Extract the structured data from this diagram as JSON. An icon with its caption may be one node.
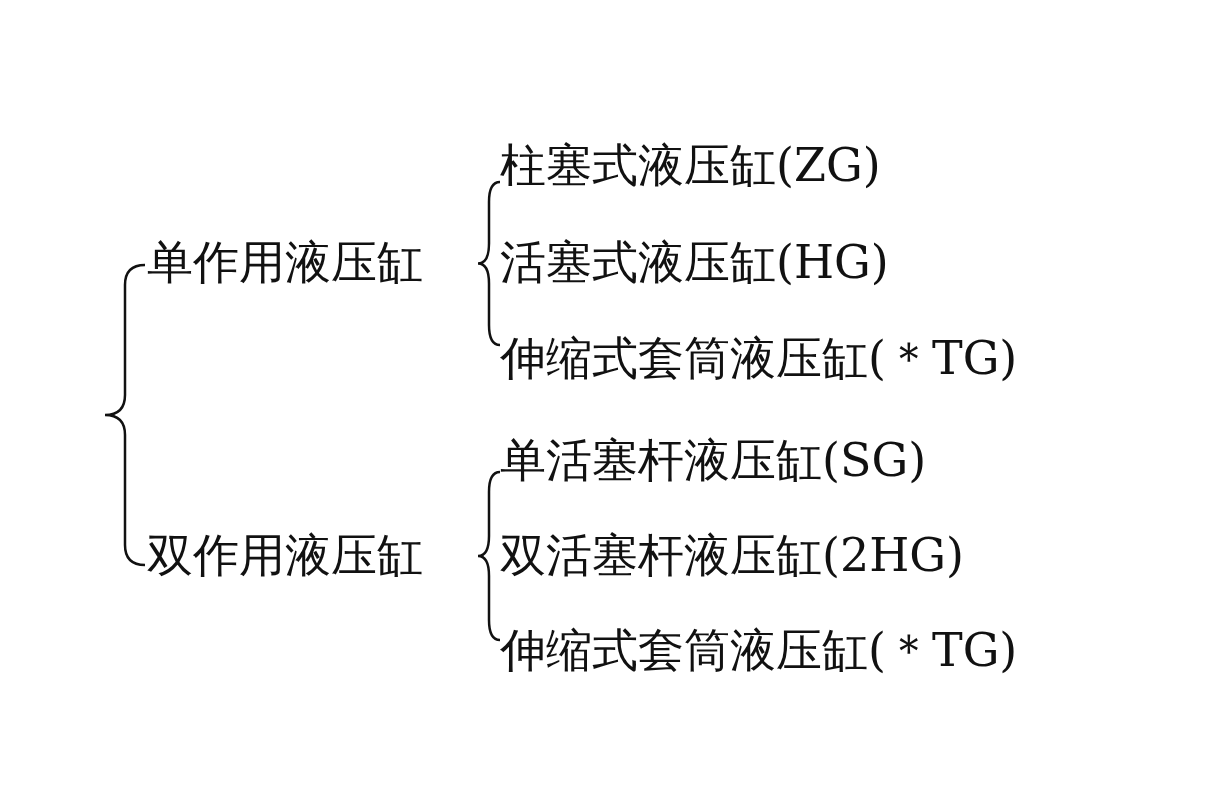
{
  "diagram": {
    "nodes": [
      {
        "text": [
          "单作用液压缸"
        ]
      },
      {
        "text": [
          "双作用液压缸"
        ]
      },
      {
        "text": [
          "柱塞式液压缸(ZG)"
        ]
      },
      {
        "text": [
          "活塞式液压缸(HG)"
        ]
      },
      {
        "text": [
          "伸缩式套筒液压缸(＊TG)"
        ]
      },
      {
        "text": [
          "单活塞杆液压缸(SG)"
        ]
      },
      {
        "text": [
          "双活塞杆液压缸(2HG)"
        ]
      },
      {
        "text": [
          "伸缩式套筒液压缸(＊TG)"
        ]
      }
    ]
  }
}
